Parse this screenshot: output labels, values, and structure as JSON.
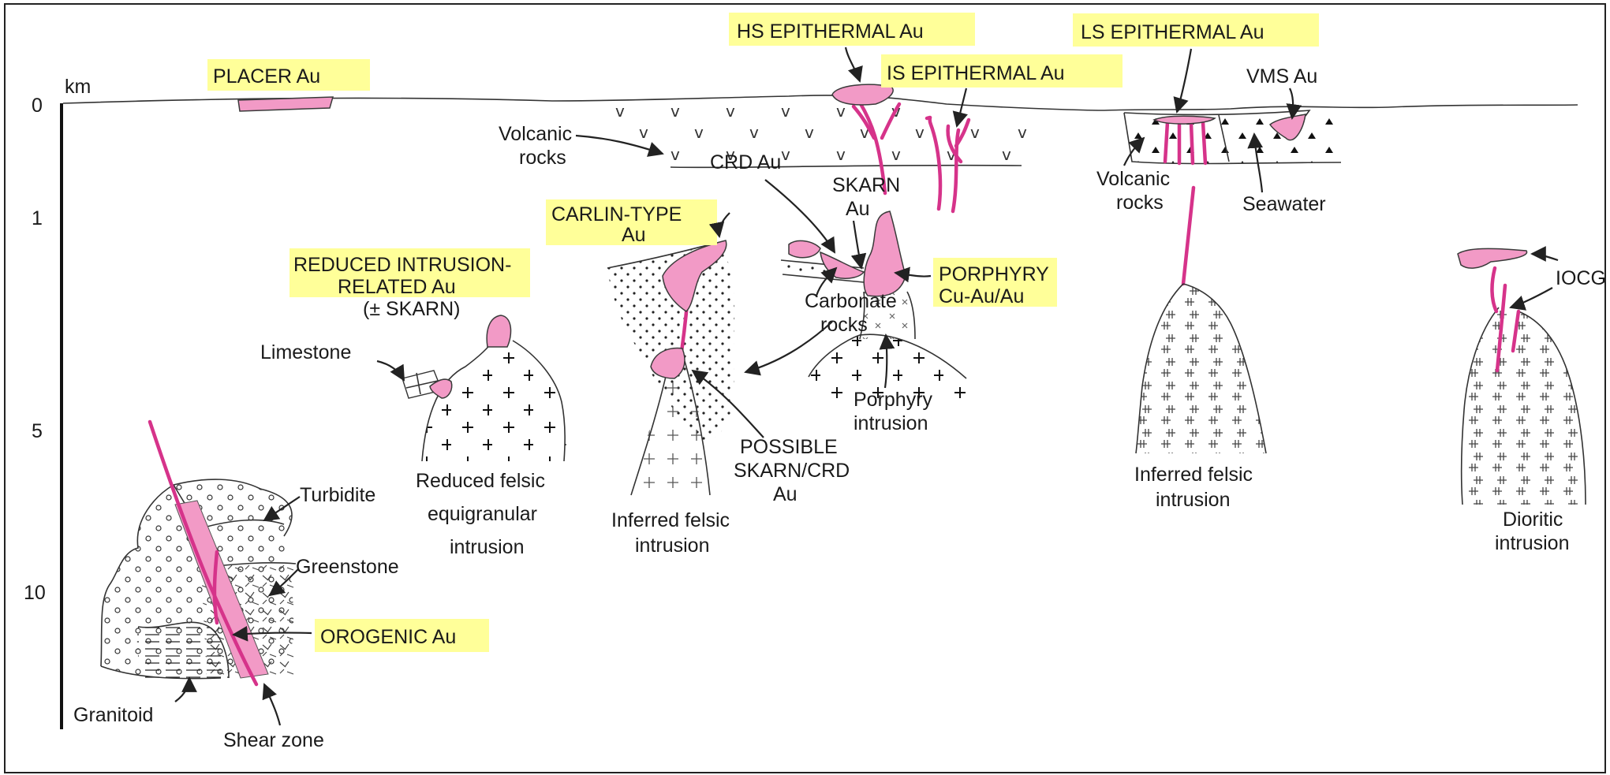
{
  "axis": {
    "unit": "km",
    "ticks": [
      "0",
      "1",
      "5",
      "10"
    ]
  },
  "deposits": {
    "placer": "PLACER  Au",
    "hs_epithermal": "HS EPITHERMAL  Au",
    "is_epithermal": "IS EPITHERMAL  Au",
    "ls_epithermal": "LS EPITHERMAL  Au",
    "vms": "VMS  Au",
    "carlin_1": "CARLIN-TYPE",
    "carlin_2": "Au",
    "crd": "CRD Au",
    "skarn_1": "SKARN",
    "skarn_2": "Au",
    "porphyry_1": "PORPHYRY",
    "porphyry_2": "Cu-Au/Au",
    "reduced_1": "REDUCED INTRUSION-",
    "reduced_2": "RELATED Au",
    "reduced_3": "(± SKARN)",
    "possible_1": "POSSIBLE",
    "possible_2": "SKARN/CRD",
    "possible_3": "Au",
    "iocg": "IOCG",
    "orogenic": "OROGENIC Au"
  },
  "rocks": {
    "volcanic_1a": "Volcanic",
    "volcanic_1b": "rocks",
    "volcanic_2a": "Volcanic",
    "volcanic_2b": "rocks",
    "seawater": "Seawater",
    "carbonate_a": "Carbonate",
    "carbonate_b": "rocks",
    "porphyry_int_a": "Porphyry",
    "porphyry_int_b": "intrusion",
    "limestone": "Limestone",
    "reduced_felsic_a": "Reduced felsic",
    "reduced_felsic_b": "equigranular",
    "reduced_felsic_c": "intrusion",
    "inferred_1a": "Inferred felsic",
    "inferred_1b": "intrusion",
    "inferred_2a": "Inferred felsic",
    "inferred_2b": "intrusion",
    "dioritic_a": "Dioritic",
    "dioritic_b": "intrusion",
    "turbidite": "Turbidite",
    "greenstone": "Greenstone",
    "granitoid": "Granitoid",
    "shear_zone": "Shear zone"
  },
  "colors": {
    "ore": "#f29ac6",
    "vein": "#d6338a",
    "highlight": "#ffff99"
  }
}
